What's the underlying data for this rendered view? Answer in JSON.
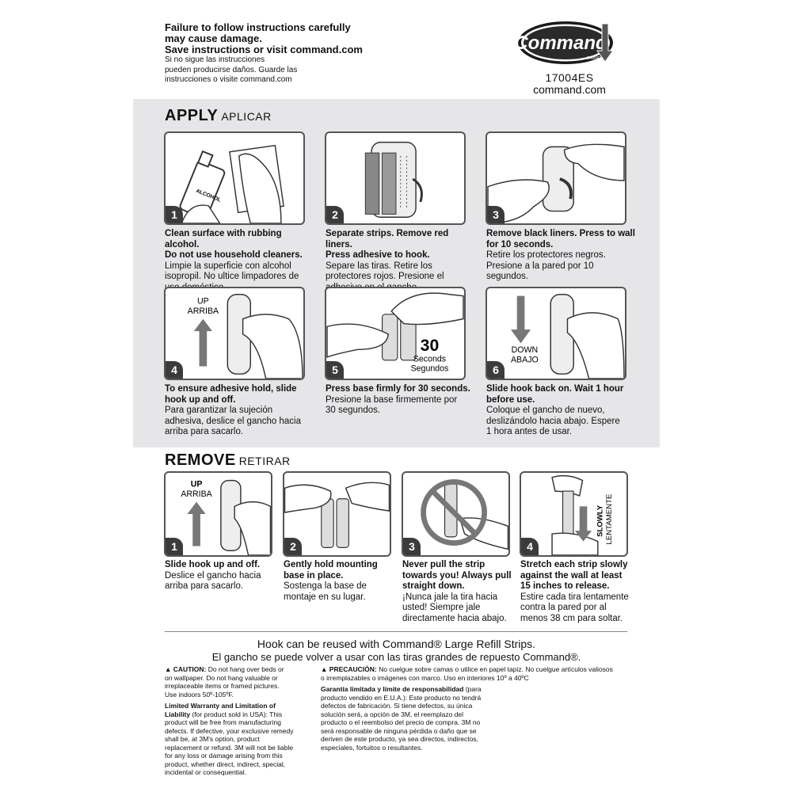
{
  "header": {
    "warn_en": [
      "Failure to follow instructions carefully",
      "may cause damage.",
      "Save instructions or visit command.com"
    ],
    "warn_es": [
      "Si no sigue las instrucciones",
      "pueden producirse daños. Guarde las",
      "instrucciones o visite command.com"
    ],
    "logo_text": "Command",
    "logo_sub": "BRAND",
    "product_code": "17004ES",
    "website": "command.com"
  },
  "apply": {
    "title": "APPLY",
    "subtitle": "APLICAR",
    "steps": [
      {
        "num": "1",
        "en": [
          "Clean surface with rubbing alcohol.",
          "Do not use household cleaners."
        ],
        "es": [
          "Limpie la superficie con alcohol",
          "isopropil. No ultice limpadores de",
          "uso doméstico."
        ],
        "label": "ALCOHOL"
      },
      {
        "num": "2",
        "en": [
          "Separate strips. Remove red liners.",
          "Press adhesive to hook."
        ],
        "es": [
          "Separe las tiras. Retire los",
          "protectores rojos. Presione el",
          "adhesivo en el gancho."
        ]
      },
      {
        "num": "3",
        "en": [
          "Remove black liners. Press to wall",
          "for 10 seconds."
        ],
        "es": [
          "Retire los protectores negros.",
          "Presione a la pared por 10 segundos."
        ]
      },
      {
        "num": "4",
        "en": [
          "To ensure adhesive hold, slide",
          "hook up and off."
        ],
        "es": [
          "Para garantizar la sujeción",
          "adhesiva, deslice el gancho hacia",
          "arriba para sacarlo."
        ],
        "label1": "UP",
        "label2": "ARRIBA"
      },
      {
        "num": "5",
        "en": [
          "Press base firmly for 30 seconds."
        ],
        "es": [
          "Presione la base firmemente por",
          "30 segundos."
        ],
        "label1": "30",
        "label2": "Seconds",
        "label3": "Segundos"
      },
      {
        "num": "6",
        "en": [
          "Slide hook back on. Wait 1 hour",
          "before use."
        ],
        "es": [
          "Coloque el gancho de nuevo,",
          "deslizándolo hacia abajo. Espere",
          "1 hora antes de usar."
        ],
        "label1": "DOWN",
        "label2": "ABAJO"
      }
    ]
  },
  "remove": {
    "title": "REMOVE",
    "subtitle": "RETIRAR",
    "steps": [
      {
        "num": "1",
        "en": [
          "Slide hook up and off."
        ],
        "es": [
          "Deslice el gancho hacia",
          "arriba para sacarlo."
        ],
        "label1": "UP",
        "label2": "ARRIBA"
      },
      {
        "num": "2",
        "en": [
          "Gently hold mounting",
          "base in place."
        ],
        "es": [
          "Sostenga la base de",
          "montaje en su lugar."
        ]
      },
      {
        "num": "3",
        "en": [
          "Never pull the strip",
          "towards you! Always pull",
          "straight down."
        ],
        "es": [
          "¡Nunca jale la tira hacia",
          "usted! Siempre jale",
          "directamente hacia abajo."
        ]
      },
      {
        "num": "4",
        "en": [
          "Stretch each strip slowly",
          "against the wall at least",
          "15 inches to release."
        ],
        "es": [
          "Estire cada tira lentamente",
          "contra la pared por al",
          "menos 38 cm para soltar."
        ],
        "label1": "SLOWLY",
        "label2": "LENTAMENTE"
      }
    ]
  },
  "reuse_en": "Hook can be reused with Command® Large  Refill Strips.",
  "reuse_es": "El gancho se puede volver a usar con las tiras grandes de repuesto Command®.",
  "caution_en": {
    "title": "▲ CAUTION:",
    "lines": [
      " Do not hang over beds or",
      "on wallpaper. Do not hang valuable or",
      "irreplaceable items or framed pictures.",
      "Use indoors 50º-105ºF."
    ],
    "warranty_title": [
      "Limited Warranty and Limitation of",
      "Liability"
    ],
    "warranty_lines": [
      " (for product sold in USA): This",
      "product will be free from manufacturing",
      "defects. If defective, your exclusive remedy",
      "shall be, at 3M's option, product",
      "replacement or refund. 3M will not be liable",
      "for any loss or damage arising from this",
      "product, whether direct, indirect, special,",
      "incidental or consequential."
    ]
  },
  "caution_es": {
    "title": "▲ PRECAUCIÓN:",
    "lines": [
      " No cuelgue sobre camas o utilice en papel tapiz. No cuelgue artículos valiosos",
      "o irremplazables o imágenes con marco. Uso en interiores 10º a 40ºC"
    ],
    "warranty_title": [
      "Garantía limitada y límite de responsabilidad"
    ],
    "warranty_lines": [
      " (para",
      "producto vendido en E.U.A.): Este producto no tendrá",
      "defectos de fabricación. Si tiene defectos, su única",
      "solución será, a opción de 3M, el reemplazo del",
      "producto o el reembolso del precio de compra. 3M no",
      "será responsable de ninguna pérdida o daño que se",
      "deriven de este producto, ya sea directos, indirectos,",
      "especiales, fortuitos o resultantes."
    ]
  }
}
